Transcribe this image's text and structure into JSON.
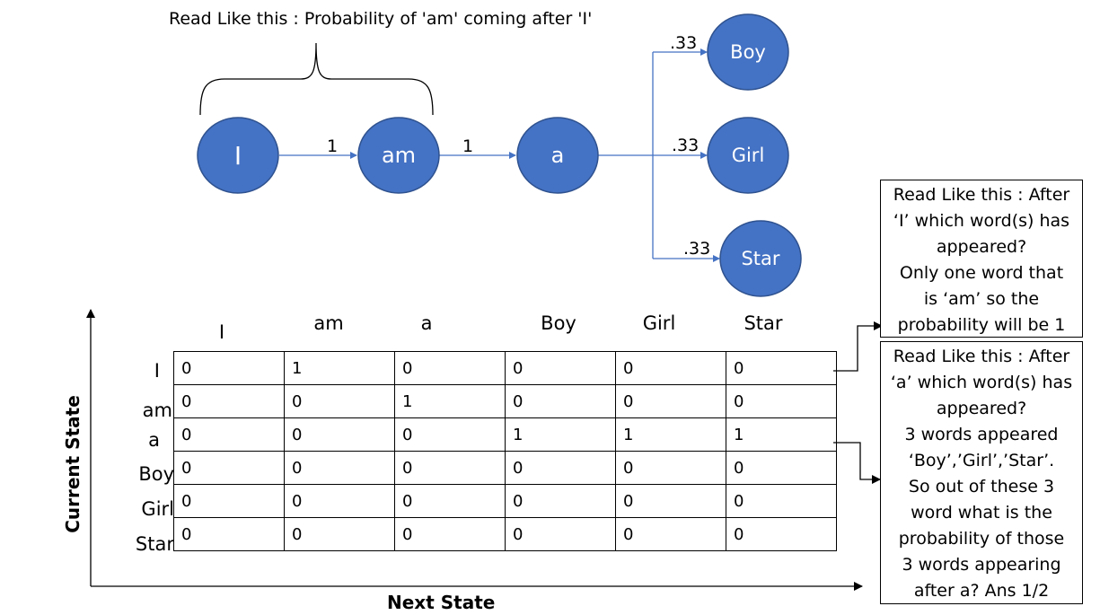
{
  "header_caption": "Read Like this : Probability of 'am' coming after 'I'",
  "nodes": {
    "I": "I",
    "am": "am",
    "a": "a",
    "Boy": "Boy",
    "Girl": "Girl",
    "Star": "Star"
  },
  "node_color": "#4472C4",
  "edge_color": "#4472C4",
  "edges": [
    {
      "from": "I",
      "to": "am",
      "label": "1"
    },
    {
      "from": "am",
      "to": "a",
      "label": "1"
    },
    {
      "from": "a",
      "to": "Boy",
      "label": ".33"
    },
    {
      "from": "a",
      "to": "Girl",
      "label": ".33"
    },
    {
      "from": "a",
      "to": "Star",
      "label": ".33"
    }
  ],
  "matrix": {
    "column_headers": [
      "I",
      "am",
      "a",
      "Boy",
      "Girl",
      "Star"
    ],
    "row_headers": [
      "I",
      "am",
      "a",
      "Boy",
      "Girl",
      "Star"
    ],
    "rows": [
      [
        "0",
        "1",
        "0",
        "0",
        "0",
        "0"
      ],
      [
        "0",
        "0",
        "1",
        "0",
        "0",
        "0"
      ],
      [
        "0",
        "0",
        "0",
        "1",
        "1",
        "1"
      ],
      [
        "0",
        "0",
        "0",
        "0",
        "0",
        "0"
      ],
      [
        "0",
        "0",
        "0",
        "0",
        "0",
        "0"
      ],
      [
        "0",
        "0",
        "0",
        "0",
        "0",
        "0"
      ]
    ]
  },
  "axes": {
    "y_label": "Current State",
    "x_label": "Next State"
  },
  "notes": {
    "note1_lines": [
      "Read Like this : After",
      "‘I’ which word(s) has",
      "appeared?",
      "Only one word that",
      "is ‘am’ so the",
      "probability will be 1"
    ],
    "note2_lines": [
      "Read Like this : After",
      "‘a’ which word(s) has",
      "appeared?",
      "3 words appeared",
      "‘Boy’,’Girl’,’Star’.",
      "So out of these 3",
      "word what is the",
      "probability of those",
      "3 words appearing",
      "after a? Ans 1/2"
    ]
  }
}
